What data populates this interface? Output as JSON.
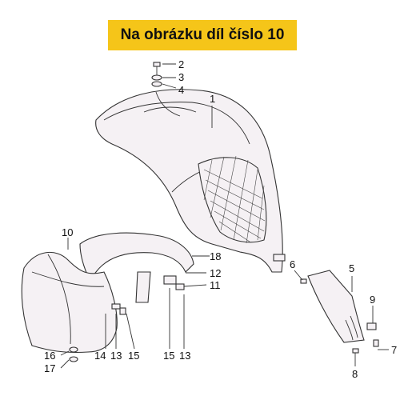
{
  "banner": {
    "text": "Na obrázku díl číslo 10",
    "background": "#f5c519"
  },
  "part_tint": "#f5f1f4",
  "callouts": {
    "c1": "1",
    "c2": "2",
    "c3": "3",
    "c4": "4",
    "c5": "5",
    "c6": "6",
    "c7": "7",
    "c8": "8",
    "c9": "9",
    "c10": "10",
    "c11": "11",
    "c12": "12",
    "c13a": "13",
    "c13b": "13",
    "c14": "14",
    "c15a": "15",
    "c15b": "15",
    "c16": "16",
    "c17": "17",
    "c18": "18"
  }
}
